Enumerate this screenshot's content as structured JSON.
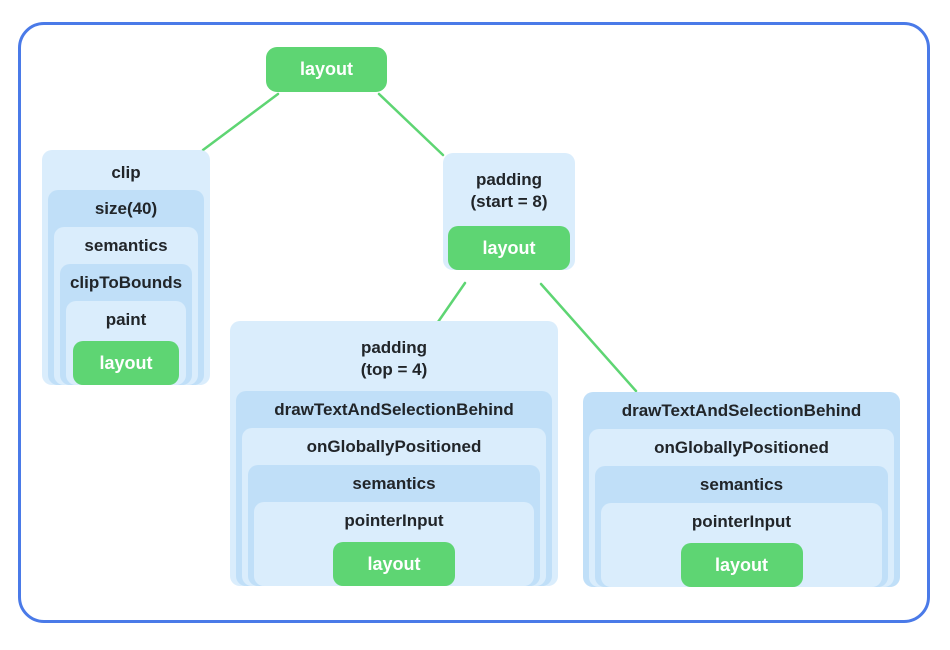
{
  "colors": {
    "frame_border": "#4a7ae8",
    "box_light": "#daedfc",
    "box_dark": "#c0dff8",
    "accent_green": "#5ed573",
    "connector_green": "#5ed573",
    "label_text": "#212529",
    "leaf_text": "#ffffff"
  },
  "root": {
    "label": "layout"
  },
  "chains": {
    "clip": {
      "levels": [
        "clip",
        "size(40)",
        "semantics",
        "clipToBounds",
        "paint"
      ],
      "leaf": "layout"
    },
    "padding_start": {
      "label_line1": "padding",
      "label_line2": "(start = 8)",
      "leaf": "layout"
    },
    "padding_top": {
      "label_line1": "padding",
      "label_line2": "(top = 4)",
      "levels": [
        "drawTextAndSelectionBehind",
        "onGloballyPositioned",
        "semantics",
        "pointerInput"
      ],
      "leaf": "layout"
    },
    "text_field_right": {
      "levels": [
        "drawTextAndSelectionBehind",
        "onGloballyPositioned",
        "semantics",
        "pointerInput"
      ],
      "leaf": "layout"
    }
  }
}
